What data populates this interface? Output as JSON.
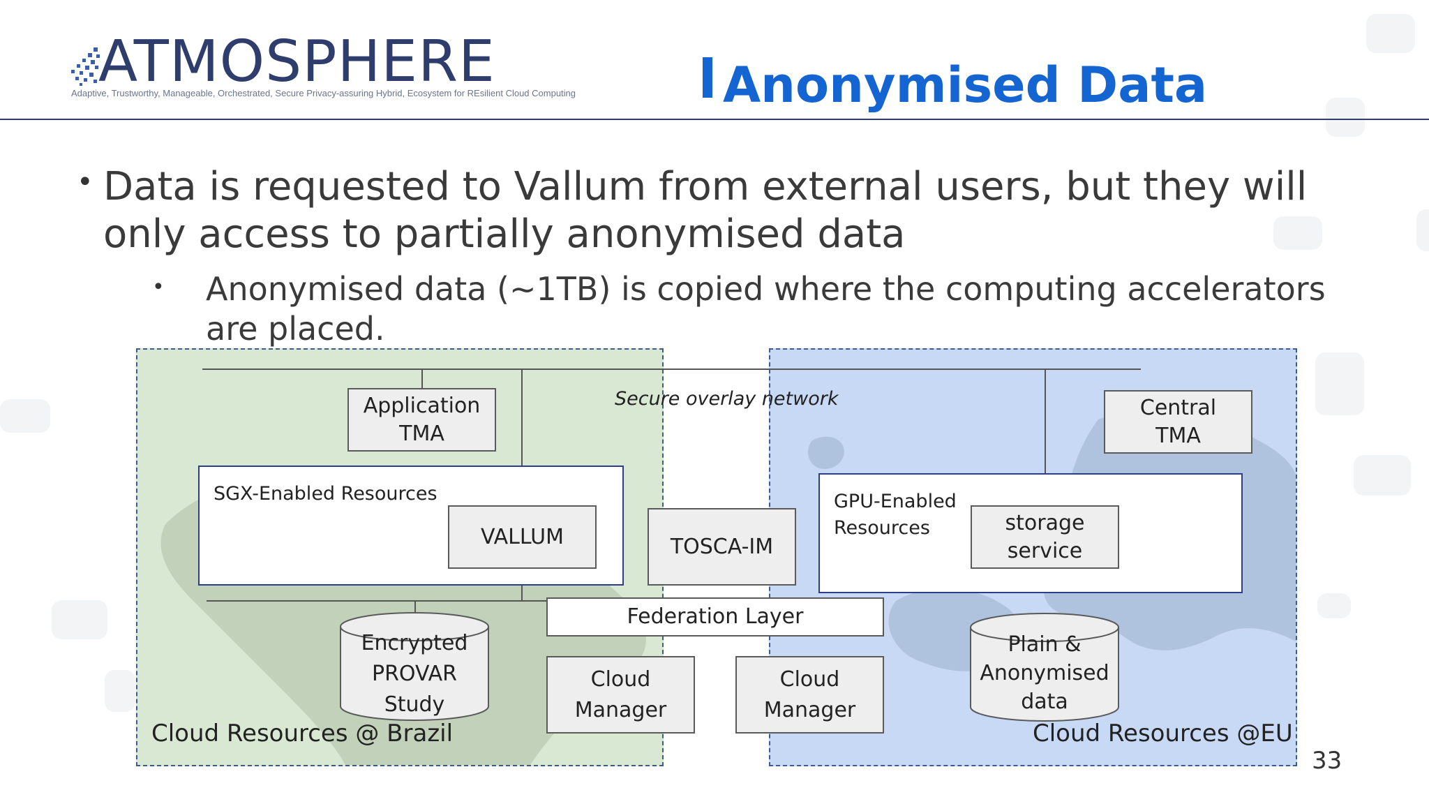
{
  "header": {
    "logo_text": "ATMOSPHERE",
    "logo_tagline": "Adaptive, Trustworthy, Manageable, Orchestrated, Secure Privacy-assuring Hybrid, Ecosystem for REsilient Cloud Computing",
    "slide_title": "Anonymised Data"
  },
  "bullets": {
    "level1": "Data is requested to Vallum from external users, but they will only access to partially anonymised data",
    "level2": "Anonymised data (~1TB)  is copied where the computing accelerators are placed."
  },
  "diagram": {
    "overlay_network_label": "Secure overlay network",
    "brazil": {
      "region_label": "Cloud Resources @ Brazil",
      "app_tma": "Application\nTMA",
      "sgx_label": "SGX-Enabled Resources",
      "vallum": "VALLUM",
      "database": [
        "Encrypted",
        "PROVAR",
        "Study"
      ]
    },
    "center": {
      "tosca_im": "TOSCA-IM",
      "federation_layer": "Federation Layer",
      "cloud_manager_left": "Cloud\nManager",
      "cloud_manager_right": "Cloud\nManager"
    },
    "eu": {
      "region_label": "Cloud Resources @EU",
      "central_tma": "Central\nTMA",
      "gpu_label": "GPU-Enabled\nResources",
      "storage_service": "storage\nservice",
      "database": [
        "Plain &",
        "Anonymised",
        "data"
      ]
    }
  },
  "page_number": "33",
  "colors": {
    "title_blue": "#1464d2",
    "logo_navy": "#2e3d6b",
    "brazil_region": "#d9e8d2",
    "eu_region": "#c8d9f5"
  }
}
